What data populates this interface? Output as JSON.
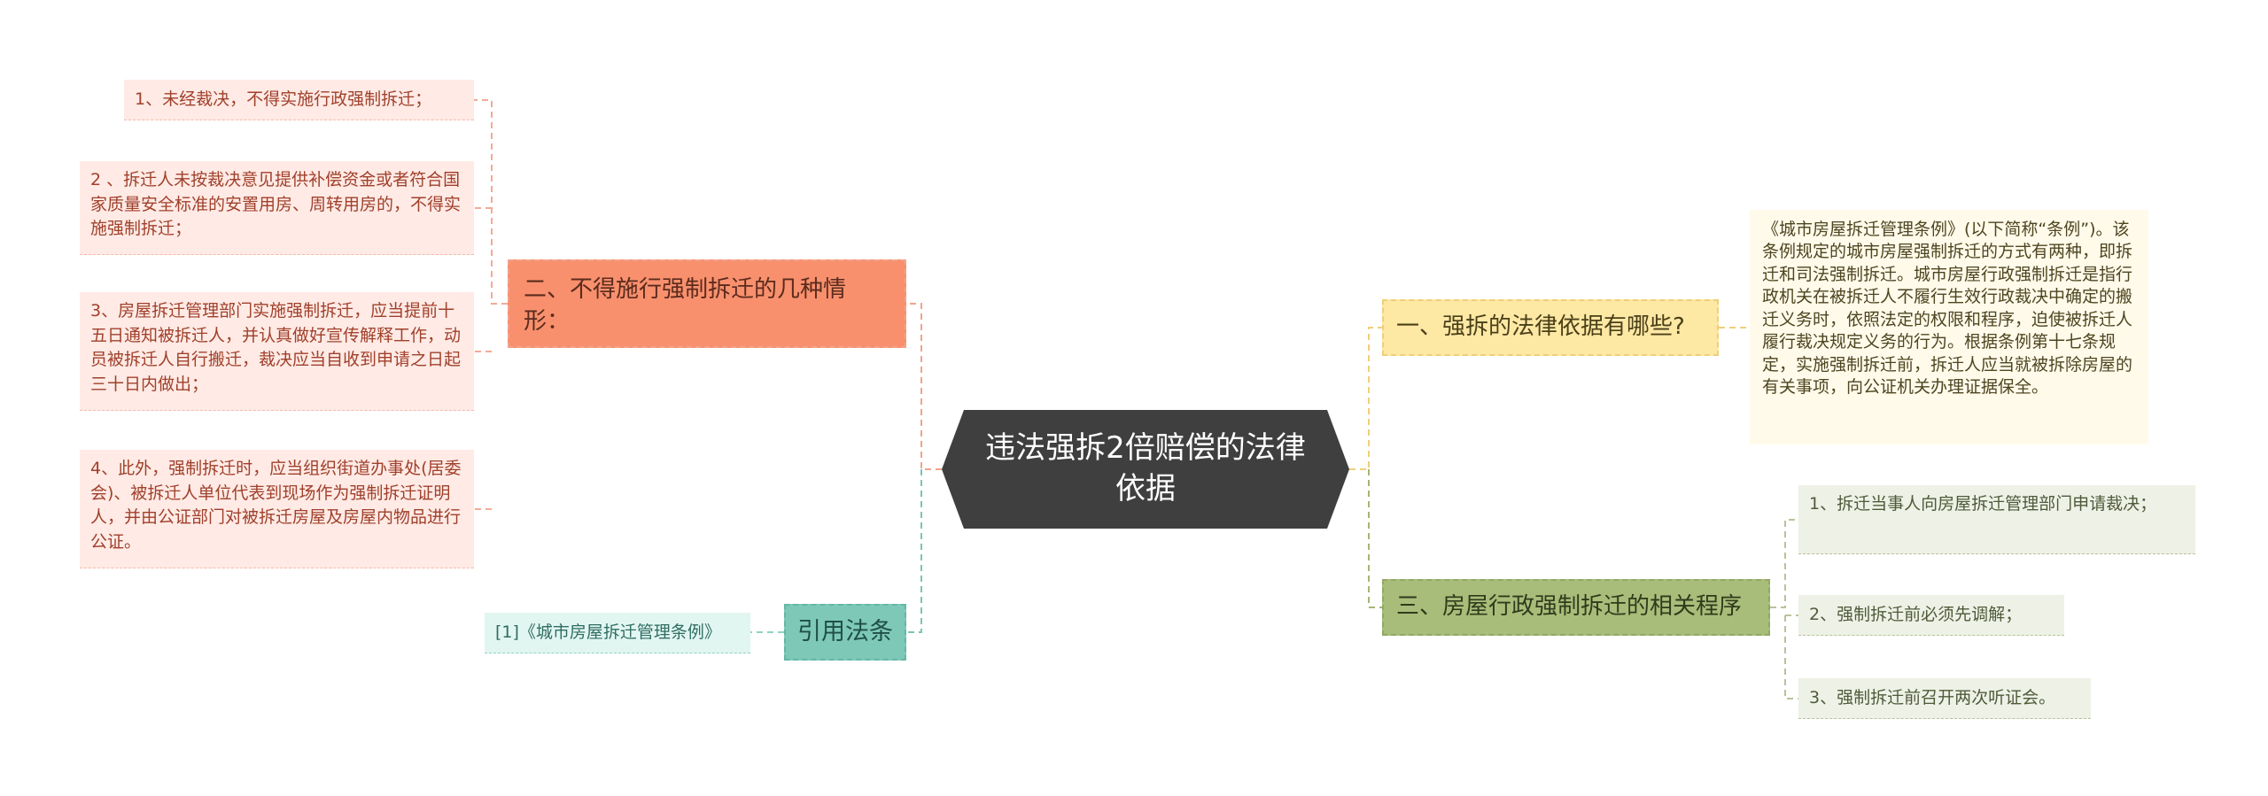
{
  "root": {
    "title": "违法强拆2倍赔偿的法律依据"
  },
  "branches": {
    "left_main": {
      "label": "二、不得施行强制拆迁的几种情形：",
      "items": [
        "1、未经裁决，不得实施行政强制拆迁；",
        "2 、拆迁人未按裁决意见提供补偿资金或者符合国家质量安全标准的安置用房、周转用房的，不得实施强制拆迁；",
        "3、房屋拆迁管理部门实施强制拆迁，应当提前十五日通知被拆迁人，并认真做好宣传解释工作，动员被拆迁人自行搬迁，裁决应当自收到申请之日起三十日内做出；",
        "4、此外，强制拆迁时，应当组织街道办事处(居委会)、被拆迁人单位代表到现场作为强制拆迁证明人，并由公证部门对被拆迁房屋及房屋内物品进行公证。"
      ]
    },
    "citation": {
      "label": "引用法条",
      "items": [
        "[1]《城市房屋拆迁管理条例》"
      ]
    },
    "right_1": {
      "label": "一、强拆的法律依据有哪些?",
      "items": [
        "《城市房屋拆迁管理条例》(以下简称“条例”)。该条例规定的城市房屋强制拆迁的方式有两种，即拆迁和司法强制拆迁。城市房屋行政强制拆迁是指行政机关在被拆迁人不履行生效行政裁决中确定的搬迁义务时，依照法定的权限和程序，迫使被拆迁人履行裁决规定义务的行为。根据条例第十七条规定，实施强制拆迁前，拆迁人应当就被拆除房屋的有关事项，向公证机关办理证据保全。"
      ]
    },
    "right_2": {
      "label": "三、房屋行政强制拆迁的相关程序",
      "items": [
        "1、拆迁当事人向房屋拆迁管理部门申请裁决；",
        "2、强制拆迁前必须先调解；",
        "3、强制拆迁前召开两次听证会。"
      ]
    }
  },
  "colors": {
    "root": "#3f3f3f",
    "left_main": "#f8906e",
    "citation": "#7ec8b8",
    "right_1": "#fde8a4",
    "right_2": "#a9bd7a"
  }
}
